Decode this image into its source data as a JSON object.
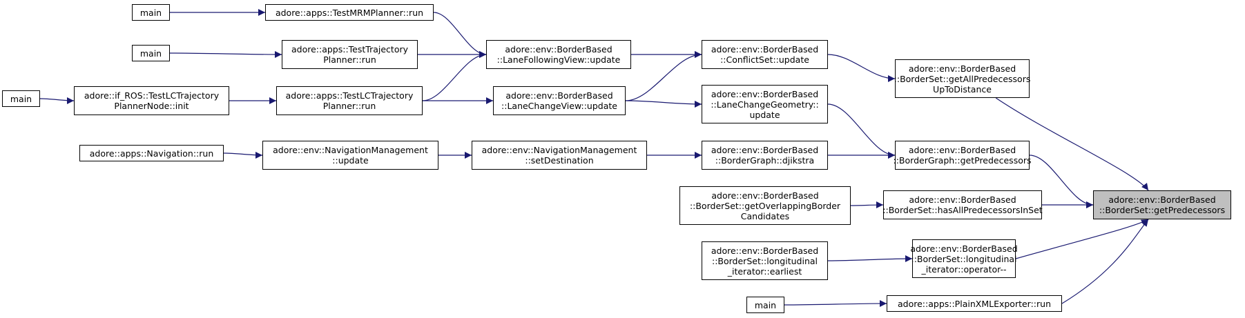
{
  "colors": {
    "edge": "#191970",
    "focus_fill": "#bfbfbf",
    "node_border": "#000000"
  },
  "nodes": [
    {
      "id": "target",
      "lines": [
        "adore::env::BorderBased",
        "::BorderSet::getPredecessors"
      ],
      "focus": true
    },
    {
      "id": "getAllPredUpTo",
      "lines": [
        "adore::env::BorderBased",
        "::BorderSet::getAllPredecessors",
        "UpToDistance"
      ]
    },
    {
      "id": "bgGetPred",
      "lines": [
        "adore::env::BorderBased",
        "::BorderGraph::getPredecessors"
      ]
    },
    {
      "id": "hasAllPred",
      "lines": [
        "adore::env::BorderBased",
        "::BorderSet::hasAllPredecessorsInSet"
      ]
    },
    {
      "id": "longIterOp",
      "lines": [
        "adore::env::BorderBased",
        "::BorderSet::longitudinal",
        "_iterator::operator--"
      ]
    },
    {
      "id": "plainXml",
      "lines": [
        "adore::apps::PlainXMLExporter::run"
      ]
    },
    {
      "id": "conflictSet",
      "lines": [
        "adore::env::BorderBased",
        "::ConflictSet::update"
      ]
    },
    {
      "id": "laneChangeGeom",
      "lines": [
        "adore::env::BorderBased",
        "::LaneChangeGeometry::",
        "update"
      ]
    },
    {
      "id": "djikstra",
      "lines": [
        "adore::env::BorderBased",
        "::BorderGraph::djikstra"
      ]
    },
    {
      "id": "getOverlap",
      "lines": [
        "adore::env::BorderBased",
        "::BorderSet::getOverlappingBorder",
        "Candidates"
      ]
    },
    {
      "id": "earliest",
      "lines": [
        "adore::env::BorderBased",
        "::BorderSet::longitudinal",
        "_iterator::earliest"
      ]
    },
    {
      "id": "mainB",
      "lines": [
        "main"
      ]
    },
    {
      "id": "laneFollowing",
      "lines": [
        "adore::env::BorderBased",
        "::LaneFollowingView::update"
      ]
    },
    {
      "id": "laneChangeView",
      "lines": [
        "adore::env::BorderBased",
        "::LaneChangeView::update"
      ]
    },
    {
      "id": "setDest",
      "lines": [
        "adore::env::NavigationManagement",
        "::setDestination"
      ]
    },
    {
      "id": "testMRM",
      "lines": [
        "adore::apps::TestMRMPlanner::run"
      ]
    },
    {
      "id": "testTraj",
      "lines": [
        "adore::apps::TestTrajectory",
        "Planner::run"
      ]
    },
    {
      "id": "testLCTraj",
      "lines": [
        "adore::apps::TestLCTrajectory",
        "Planner::run"
      ]
    },
    {
      "id": "navUpdate",
      "lines": [
        "adore::env::NavigationManagement",
        "::update"
      ]
    },
    {
      "id": "main1",
      "lines": [
        "main"
      ]
    },
    {
      "id": "main2",
      "lines": [
        "main"
      ]
    },
    {
      "id": "rosInit",
      "lines": [
        "adore::if_ROS::TestLCTrajectory",
        "PlannerNode::init"
      ]
    },
    {
      "id": "navRun",
      "lines": [
        "adore::apps::Navigation::run"
      ]
    },
    {
      "id": "main3",
      "lines": [
        "main"
      ]
    }
  ],
  "edges": [
    {
      "from": "getAllPredUpTo",
      "to": "target"
    },
    {
      "from": "bgGetPred",
      "to": "target"
    },
    {
      "from": "hasAllPred",
      "to": "target"
    },
    {
      "from": "longIterOp",
      "to": "target"
    },
    {
      "from": "plainXml",
      "to": "target"
    },
    {
      "from": "conflictSet",
      "to": "getAllPredUpTo"
    },
    {
      "from": "laneChangeGeom",
      "to": "bgGetPred"
    },
    {
      "from": "djikstra",
      "to": "bgGetPred"
    },
    {
      "from": "getOverlap",
      "to": "hasAllPred"
    },
    {
      "from": "earliest",
      "to": "longIterOp"
    },
    {
      "from": "mainB",
      "to": "plainXml"
    },
    {
      "from": "laneFollowing",
      "to": "conflictSet"
    },
    {
      "from": "laneChangeView",
      "to": "conflictSet"
    },
    {
      "from": "laneChangeView",
      "to": "laneChangeGeom"
    },
    {
      "from": "setDest",
      "to": "djikstra"
    },
    {
      "from": "testMRM",
      "to": "laneFollowing"
    },
    {
      "from": "testTraj",
      "to": "laneFollowing"
    },
    {
      "from": "testLCTraj",
      "to": "laneFollowing"
    },
    {
      "from": "testLCTraj",
      "to": "laneChangeView"
    },
    {
      "from": "navUpdate",
      "to": "setDest"
    },
    {
      "from": "main1",
      "to": "testMRM"
    },
    {
      "from": "main2",
      "to": "testTraj"
    },
    {
      "from": "rosInit",
      "to": "testLCTraj"
    },
    {
      "from": "navRun",
      "to": "navUpdate"
    },
    {
      "from": "main3",
      "to": "rosInit"
    }
  ]
}
